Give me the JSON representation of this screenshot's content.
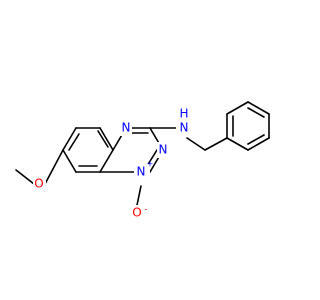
{
  "colors": {
    "background": "#ffffff",
    "bond": "#000000",
    "nitrogen": "#0000ff",
    "oxygen": "#ff0000",
    "carbon_text": "#000000"
  },
  "atoms": {
    "n_ring_top": "N",
    "n_ring_right": "N",
    "n_oxide": "N",
    "n_oxide_charge": "+",
    "o_oxide": "O",
    "o_oxide_charge": "-",
    "o_methoxy": "O",
    "n_amine": "N",
    "h_amine": "H"
  }
}
